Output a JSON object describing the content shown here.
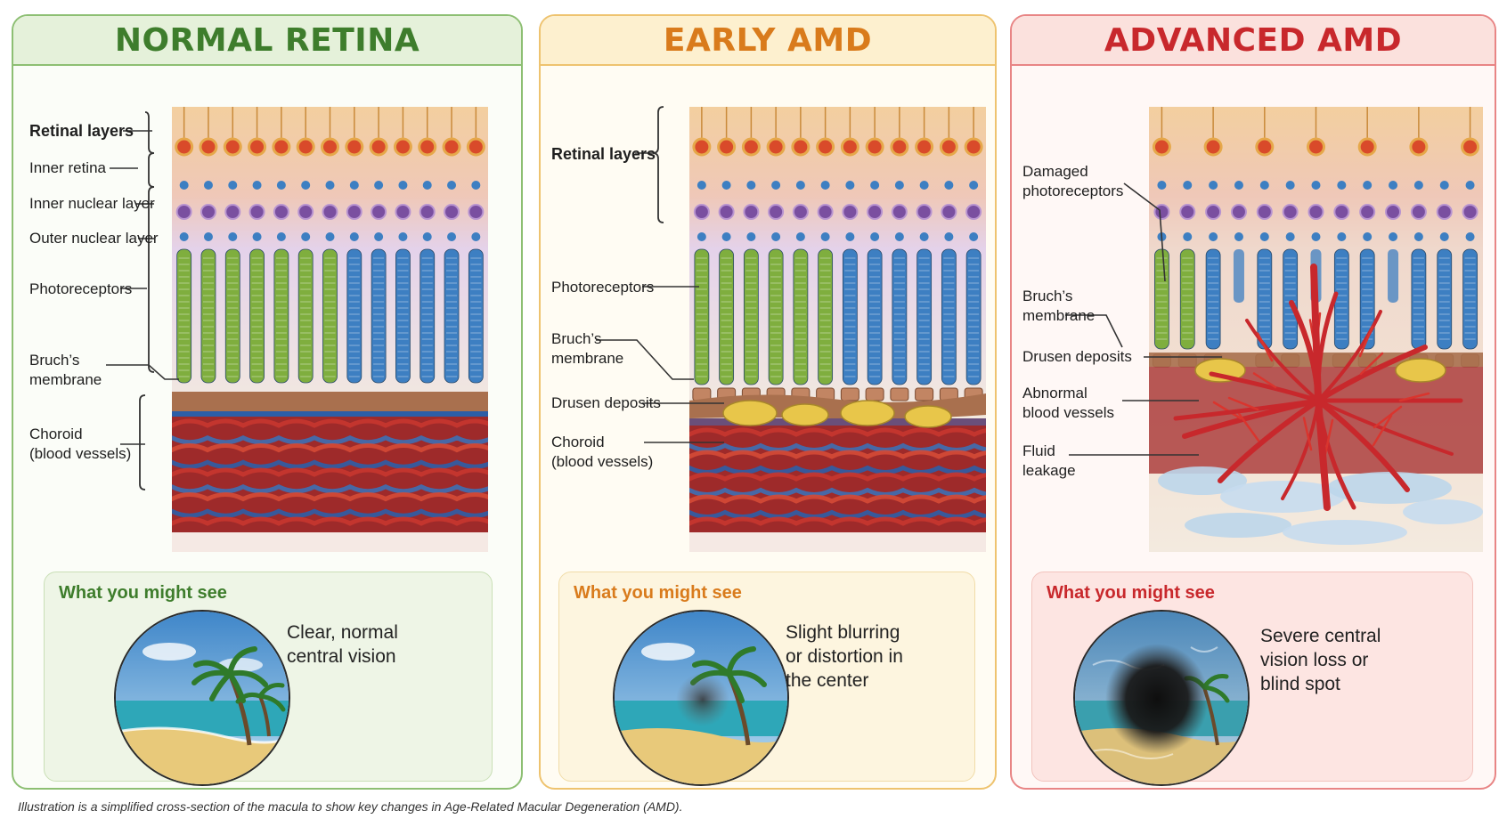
{
  "colors": {
    "normal": "#3e7d2c",
    "early": "#d97b1c",
    "advanced": "#c8282c"
  },
  "panels": {
    "normal": {
      "title": "NORMAL RETINA",
      "labels": {
        "retinal_layers": "Retinal layers",
        "inner_retina": "Inner retina",
        "inner_nuclear": "Inner nuclear layer",
        "outer_nuclear": "Outer nuclear layer",
        "photoreceptors": "Photoreceptors",
        "bruchs": "Bruch’s\nmembrane",
        "choroid": "Choroid\n(blood vessels)"
      },
      "see_title": "What you might see",
      "see_text": "Clear, normal\ncentral vision"
    },
    "early": {
      "title": "EARLY AMD",
      "labels": {
        "retinal_layers": "Retinal layers",
        "photoreceptors": "Photoreceptors",
        "bruchs": "Bruch’s\nmembrane",
        "drusen": "Drusen deposits",
        "choroid": "Choroid\n(blood vessels)"
      },
      "see_title": "What you might see",
      "see_text": "Slight blurring\nor distortion in\nthe center"
    },
    "advanced": {
      "title": "ADVANCED AMD",
      "labels": {
        "damaged": "Damaged\nphotoreceptors",
        "bruchs": "Bruch’s\nmembrane",
        "drusen": "Drusen deposits",
        "abnormal": "Abnormal\nblood vessels",
        "fluid": "Fluid\nleakage"
      },
      "see_title": "What you might see",
      "see_text": "Severe central\nvision loss or\nblind spot"
    }
  },
  "footnote": "Illustration is a simplified cross-section of the macula to show key changes in Age-Related Macular Degeneration (AMD)."
}
